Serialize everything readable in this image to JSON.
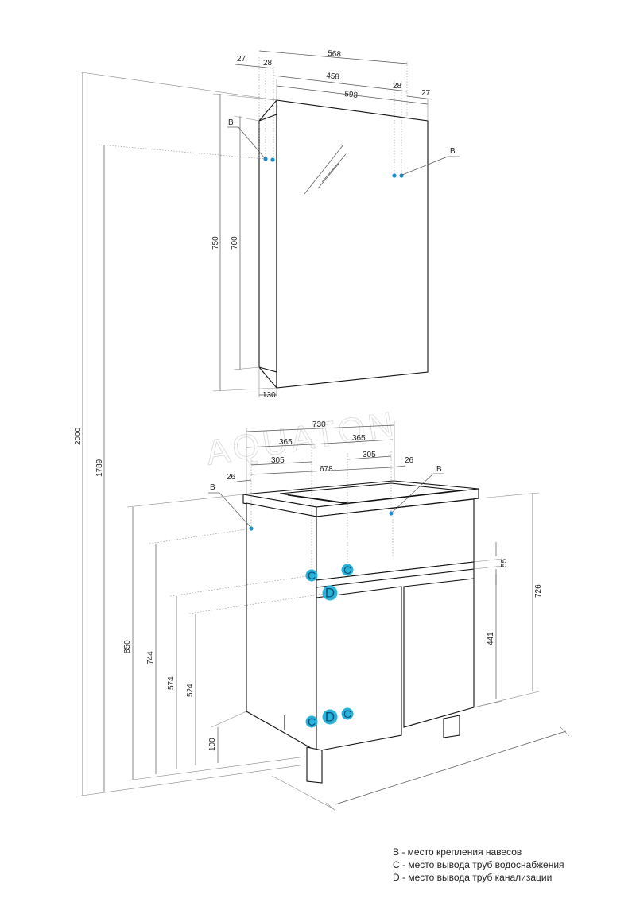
{
  "watermark": "AQUATON",
  "dimensions": {
    "mirror_total_width": "568",
    "mirror_offset_left": "27",
    "mirror_hinge_left": "28",
    "mirror_hole_span": "458",
    "mirror_hinge_right": "28",
    "mirror_offset_right": "27",
    "mirror_width": "598",
    "mirror_height_outer": "750",
    "mirror_height_inner": "700",
    "mirror_depth": "130",
    "total_height": "2000",
    "mirror_mount_height": "1789",
    "vanity_width": "730",
    "half_left": "365",
    "half_right": "365",
    "pipe_left": "305",
    "pipe_right": "305",
    "inner_width": "678",
    "side_left": "26",
    "side_right": "26",
    "vanity_height": "850",
    "hinge_height": "744",
    "water_height": "574",
    "drain_height": "524",
    "leg_height": "100",
    "cabinet_height": "726",
    "drawer_gap": "55",
    "door_height": "441"
  },
  "markers": {
    "b": "B",
    "c": "C",
    "d": "D"
  },
  "legend": [
    "B - место крепления навесов",
    "C - место вывода труб водоснабжения",
    "D - место вывода труб канализации"
  ]
}
